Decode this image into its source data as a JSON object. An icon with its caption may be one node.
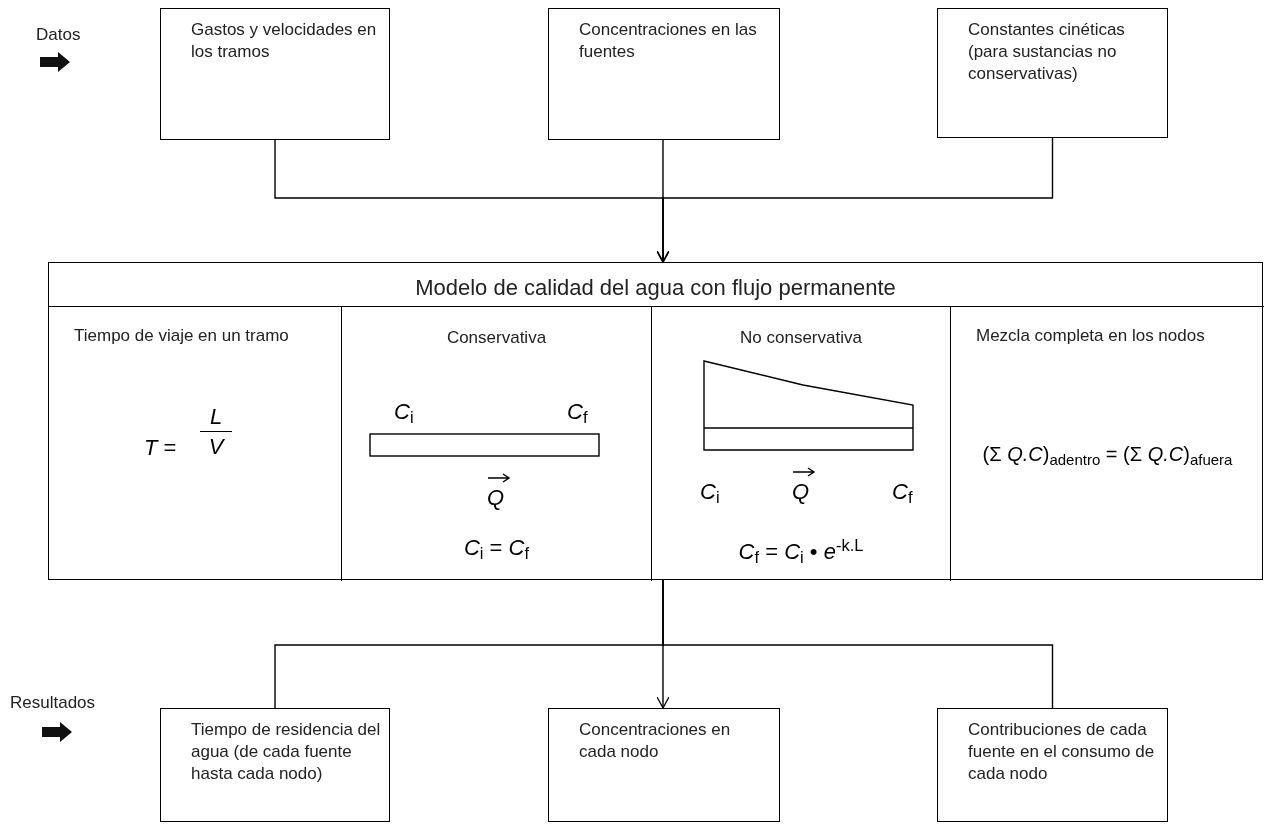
{
  "diagram": {
    "nodes": [
      {
        "text": [
          "Gastos y velocidades en los tramos"
        ]
      },
      {
        "text": [
          "Concentraciones en las fuentes"
        ]
      },
      {
        "text": [
          "Constantes cinéticas (para sustancias no conservativas)"
        ]
      },
      {
        "text": [
          "Modelo de calidad del agua con flujo permanente"
        ]
      },
      {
        "text": [
          "Tiempo de viaje en un tramo",
          "*T* =",
          "*L*",
          "*V*"
        ],
        "in": 3
      },
      {
        "text": [
          "Conservativa",
          "*C*$_{i}$",
          "*C*$_{f}$",
          "*Q*",
          "*C*$_{i}$ = *C*$_{f}$"
        ],
        "in": 3
      },
      {
        "text": [
          "No conservativa",
          "*C*$_{i}$",
          "*Q*",
          "*C*$_{f}$",
          "*C*$_{f}$ = *C*$_{i}$ • *e*$^{-k.L}$"
        ],
        "in": 3
      },
      {
        "text": [
          "Mezcla completa en los nodos",
          "(Σ *Q.C*)$_{adentro}$ = (Σ *Q.C*)$_{afuera}$"
        ],
        "in": 3
      },
      {
        "text": [
          "Tiempo de residencia del agua (de cada fuente hasta cada nodo)"
        ]
      },
      {
        "text": [
          "Concentraciones en cada nodo"
        ]
      },
      {
        "text": [
          "Contribuciones de cada fuente en el consumo de cada nodo"
        ]
      }
    ],
    "edges": [
      {
        "from": 0,
        "to": 3,
        "arrow": "to"
      },
      {
        "from": 1,
        "to": 3,
        "arrow": "to"
      },
      {
        "from": 2,
        "to": 3,
        "arrow": "to"
      },
      {
        "from": 3,
        "to": 8,
        "arrow": "none"
      },
      {
        "from": 3,
        "to": 9,
        "arrow": "to"
      },
      {
        "from": 3,
        "to": 10,
        "arrow": "none"
      }
    ],
    "labels": [
      "Datos",
      "Resultados"
    ]
  }
}
